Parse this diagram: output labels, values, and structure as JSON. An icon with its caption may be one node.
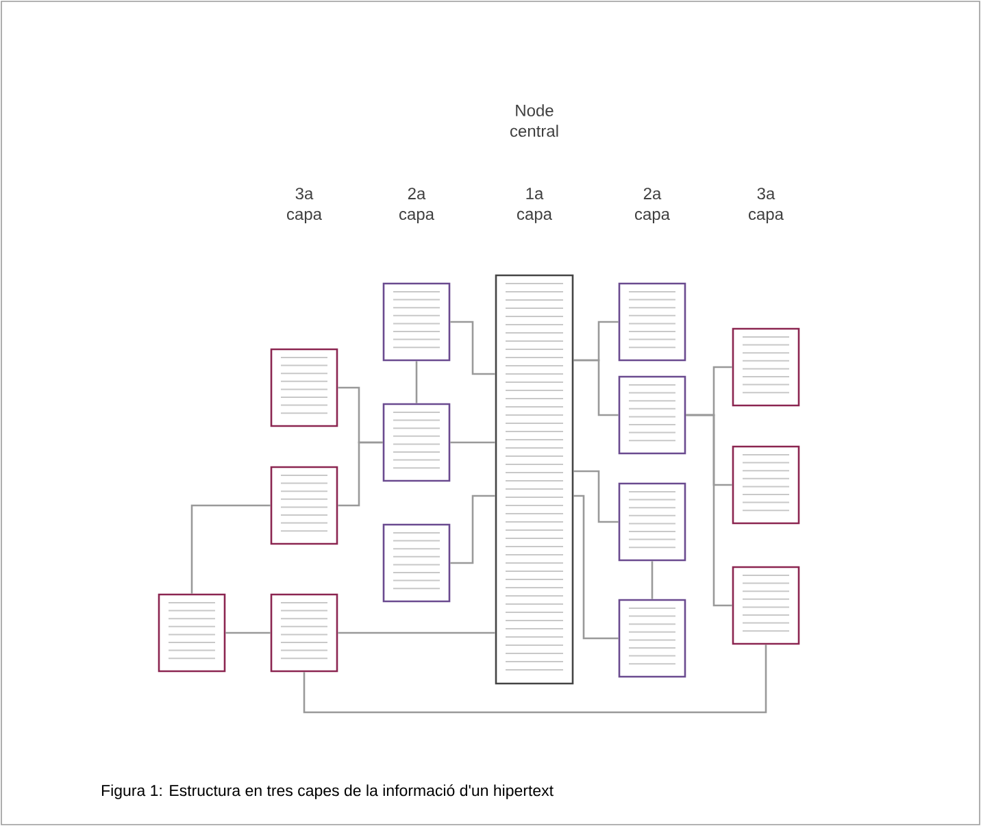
{
  "diagram": {
    "caption": "Figura 1: Estructura en tres capes de la informació d'un hipertext",
    "nodes": [
      {
        "text": [],
        "shape": "box"
      },
      {
        "text": [],
        "shape": "box"
      },
      {
        "text": [],
        "shape": "box"
      },
      {
        "text": [],
        "shape": "box"
      },
      {
        "text": [],
        "shape": "box"
      },
      {
        "text": [],
        "shape": "box"
      },
      {
        "text": [],
        "shape": "box"
      },
      {
        "text": [],
        "shape": "box"
      },
      {
        "text": [],
        "shape": "box"
      },
      {
        "text": [],
        "shape": "box"
      },
      {
        "text": [],
        "shape": "box"
      },
      {
        "text": [],
        "shape": "box"
      },
      {
        "text": [],
        "shape": "box"
      },
      {
        "text": [],
        "shape": "box"
      },
      {
        "text": [],
        "shape": "box"
      }
    ],
    "edges": [
      {
        "from": 4,
        "to": 7,
        "arrow": "none"
      },
      {
        "from": 4,
        "to": 5,
        "arrow": "none"
      },
      {
        "from": 5,
        "to": 7,
        "arrow": "none"
      },
      {
        "from": 0,
        "to": 5,
        "arrow": "none"
      },
      {
        "from": 1,
        "to": 5,
        "arrow": "none"
      },
      {
        "from": 6,
        "to": 7,
        "arrow": "none"
      },
      {
        "from": 2,
        "to": 1,
        "arrow": "none"
      },
      {
        "from": 2,
        "to": 3,
        "arrow": "none"
      },
      {
        "from": 3,
        "to": 7,
        "arrow": "none"
      },
      {
        "from": 3,
        "to": 14,
        "arrow": "none"
      },
      {
        "from": 7,
        "to": 8,
        "arrow": "none"
      },
      {
        "from": 7,
        "to": 9,
        "arrow": "none"
      },
      {
        "from": 7,
        "to": 10,
        "arrow": "none"
      },
      {
        "from": 7,
        "to": 11,
        "arrow": "none"
      },
      {
        "from": 10,
        "to": 11,
        "arrow": "none"
      },
      {
        "from": 9,
        "to": 12,
        "arrow": "none"
      },
      {
        "from": 9,
        "to": 13,
        "arrow": "none"
      },
      {
        "from": 9,
        "to": 14,
        "arrow": "none"
      }
    ],
    "labels": [
      "Node central",
      "3a capa",
      "2a capa",
      "1a capa",
      "2a capa",
      "3a capa"
    ]
  }
}
